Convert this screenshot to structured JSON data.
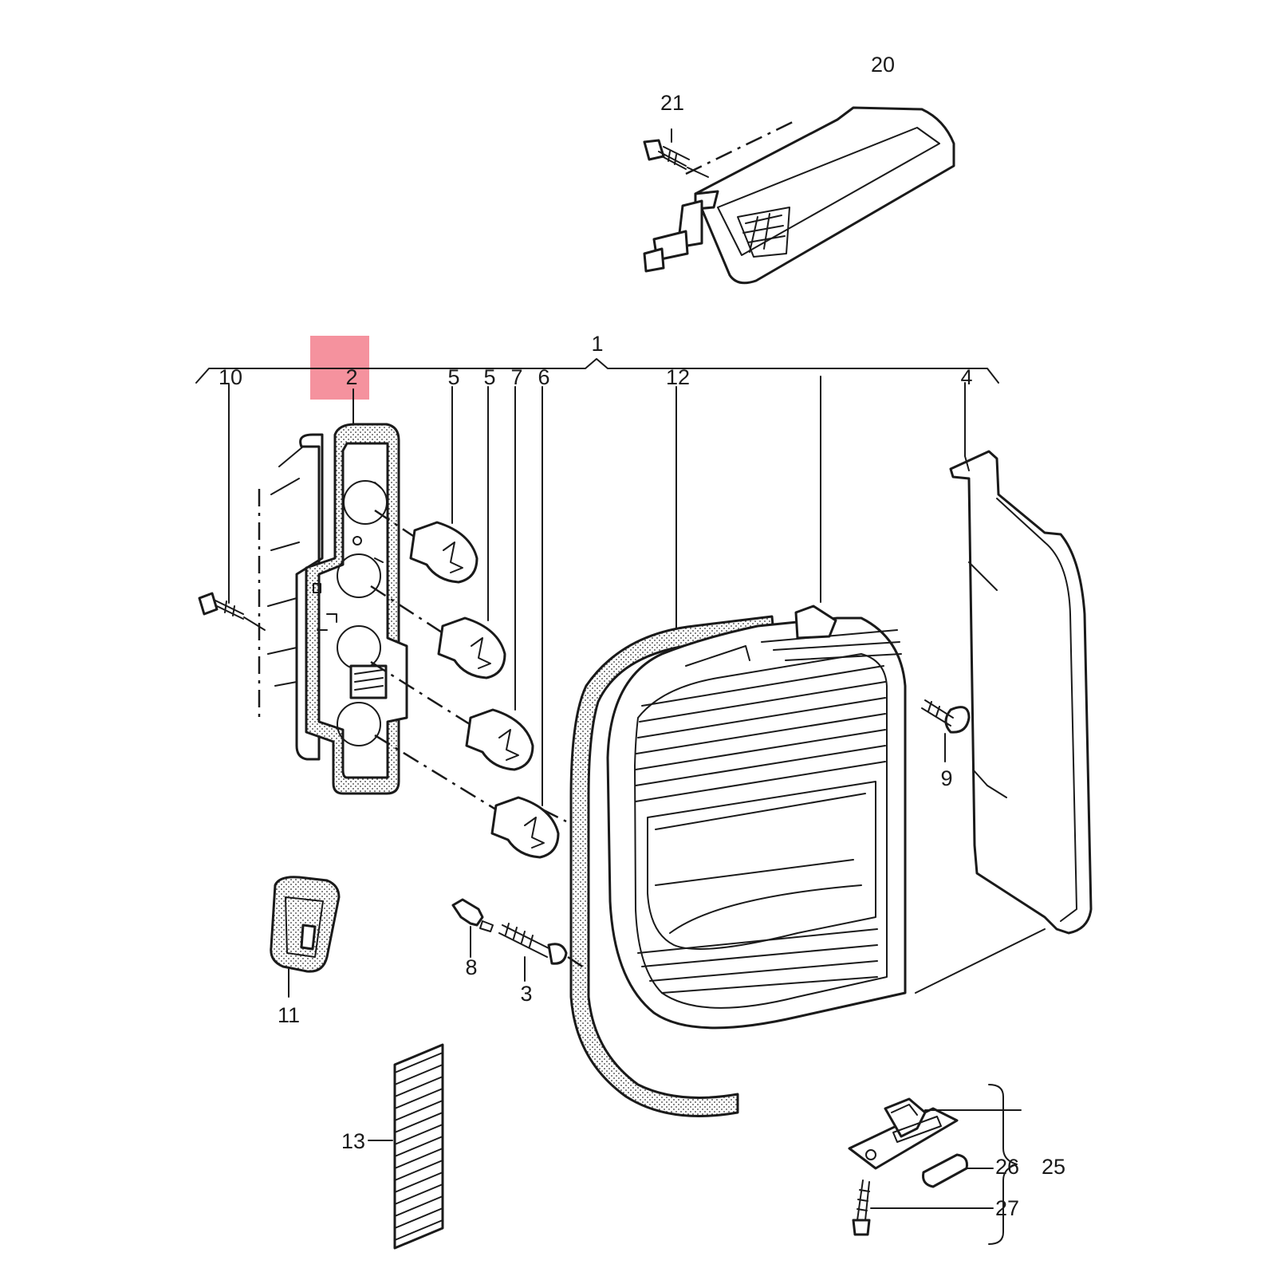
{
  "labels": {
    "p1": "1",
    "p2": "2",
    "p3": "3",
    "p4": "4",
    "p5a": "5",
    "p5b": "5",
    "p6": "6",
    "p7": "7",
    "p8": "8",
    "p9": "9",
    "p10": "10",
    "p11": "11",
    "p12": "12",
    "p13": "13",
    "p20": "20",
    "p21": "21",
    "p25": "25",
    "p26": "26",
    "p27": "27"
  },
  "highlight_color": "#f26d7d",
  "line_color": "#1a1a1a"
}
